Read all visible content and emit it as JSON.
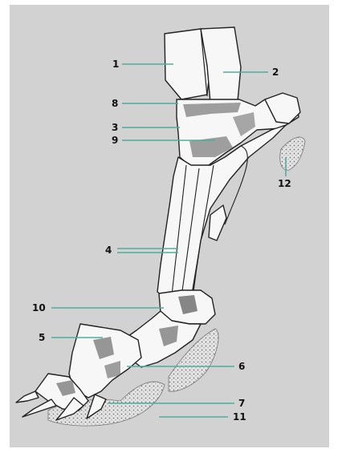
{
  "diagram": {
    "background": "#d2d2d2",
    "pointer_color": "#4fae9c",
    "labels": [
      "1",
      "2",
      "3",
      "4",
      "5",
      "6",
      "7",
      "8",
      "9",
      "10",
      "11",
      "12"
    ]
  }
}
